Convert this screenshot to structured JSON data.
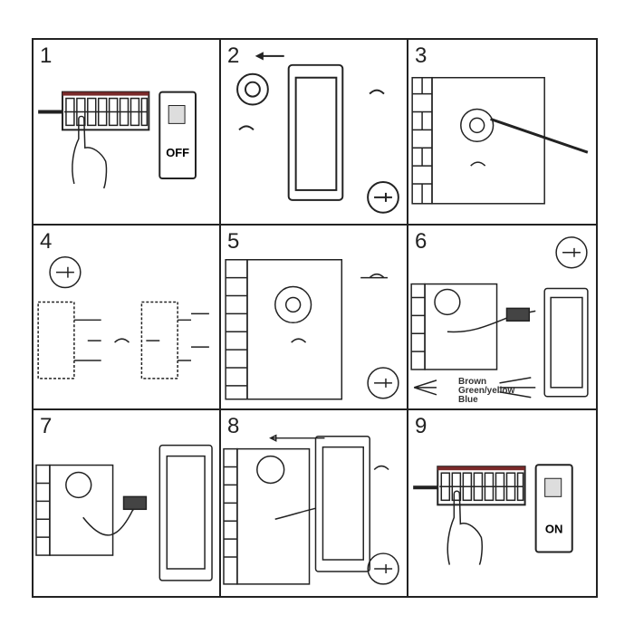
{
  "steps": [
    {
      "number": "1",
      "switch_label": "OFF"
    },
    {
      "number": "2"
    },
    {
      "number": "3"
    },
    {
      "number": "4"
    },
    {
      "number": "5"
    },
    {
      "number": "6",
      "wires": [
        "Brown",
        "Green/yellow",
        "Blue"
      ]
    },
    {
      "number": "7"
    },
    {
      "number": "8"
    },
    {
      "number": "9",
      "switch_label": "ON"
    }
  ],
  "colors": {
    "breaker_bar": "#7a2a2a",
    "line": "#222222"
  }
}
